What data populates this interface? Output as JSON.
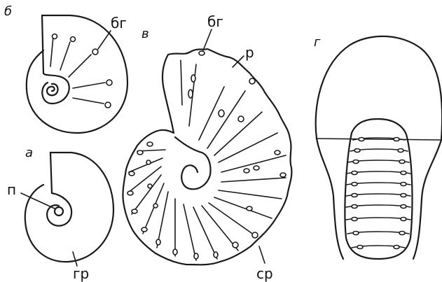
{
  "panels": {
    "a": {
      "letter": "а",
      "labels": {
        "protoconch": "п",
        "suture": "гр"
      }
    },
    "b": {
      "letter": "б",
      "labels": {
        "septal_necks": "бг"
      }
    },
    "v": {
      "letter": "в",
      "labels": {
        "septal_necks": "бг",
        "ribs": "р",
        "median_ridge": "ср"
      }
    },
    "g": {
      "letter": "г"
    }
  },
  "colors": {
    "ink": "#1a1a1a",
    "paper": "#ffffff"
  }
}
